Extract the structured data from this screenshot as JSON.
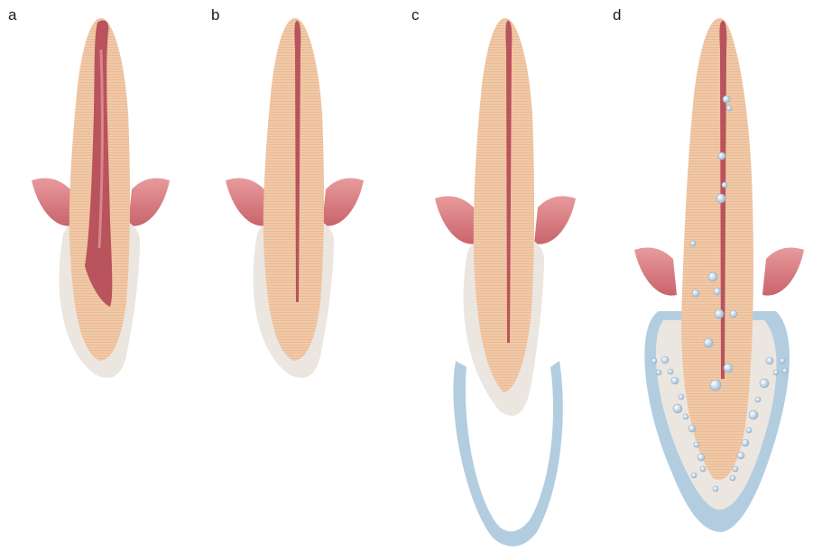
{
  "panels": [
    {
      "label": "a"
    },
    {
      "label": "b"
    },
    {
      "label": "c"
    },
    {
      "label": "d"
    }
  ],
  "colors": {
    "dentin": "#f1c9a6",
    "dentin_lines": "#e2ab86",
    "enamel": "#ece6e0",
    "pulp": "#b9535c",
    "gingiva": "#d97f84",
    "gingiva_light": "#f3c3c4",
    "gutta_percha": "#b3cde0",
    "bubble": "#dbe8f3"
  }
}
